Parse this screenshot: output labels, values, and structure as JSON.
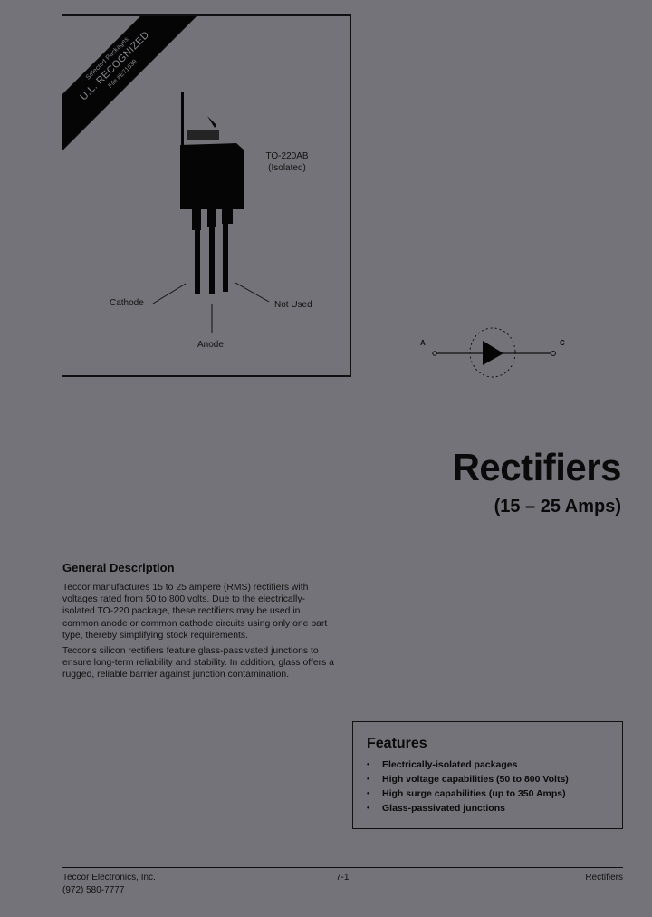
{
  "figure": {
    "banner": {
      "line1": "Selected Packages",
      "line2": "U.L. RECOGNIZED",
      "line3": "File #E71639"
    },
    "package_name": "TO-220AB",
    "package_note": "(Isolated)",
    "pins": {
      "left": "Cathode",
      "middle": "Anode",
      "right": "Not Used"
    }
  },
  "schematic": {
    "anode_label": "A",
    "cathode_label": "C",
    "symbol": "diode-symbol"
  },
  "title": {
    "main": "Rectifiers",
    "sub": "(15 – 25 Amps)"
  },
  "general_description": {
    "heading": "General Description",
    "paragraphs": [
      "Teccor manufactures 15 to 25 ampere (RMS) rectifiers with voltages rated from 50 to 800 volts. Due to the electrically-isolated TO-220 package, these rectifiers may be used in common anode or common cathode circuits using only one part type, thereby simplifying stock requirements.",
      "Teccor's silicon rectifiers feature glass-passivated junctions to ensure long-term reliability and stability. In addition, glass offers a rugged, reliable barrier against junction contamination."
    ]
  },
  "features": {
    "heading": "Features",
    "bullet": "•",
    "items": [
      "Electrically-isolated packages",
      "High voltage capabilities (50 to 800 Volts)",
      "High surge capabilities (up to 350 Amps)",
      "Glass-passivated junctions"
    ]
  },
  "footer": {
    "company": "Teccor Electronics, Inc.",
    "phone": "(972) 580-7777",
    "page_number": "7-1",
    "section": "Rectifiers"
  },
  "colors": {
    "background": "#74737a",
    "ink": "#0a0a0a"
  }
}
